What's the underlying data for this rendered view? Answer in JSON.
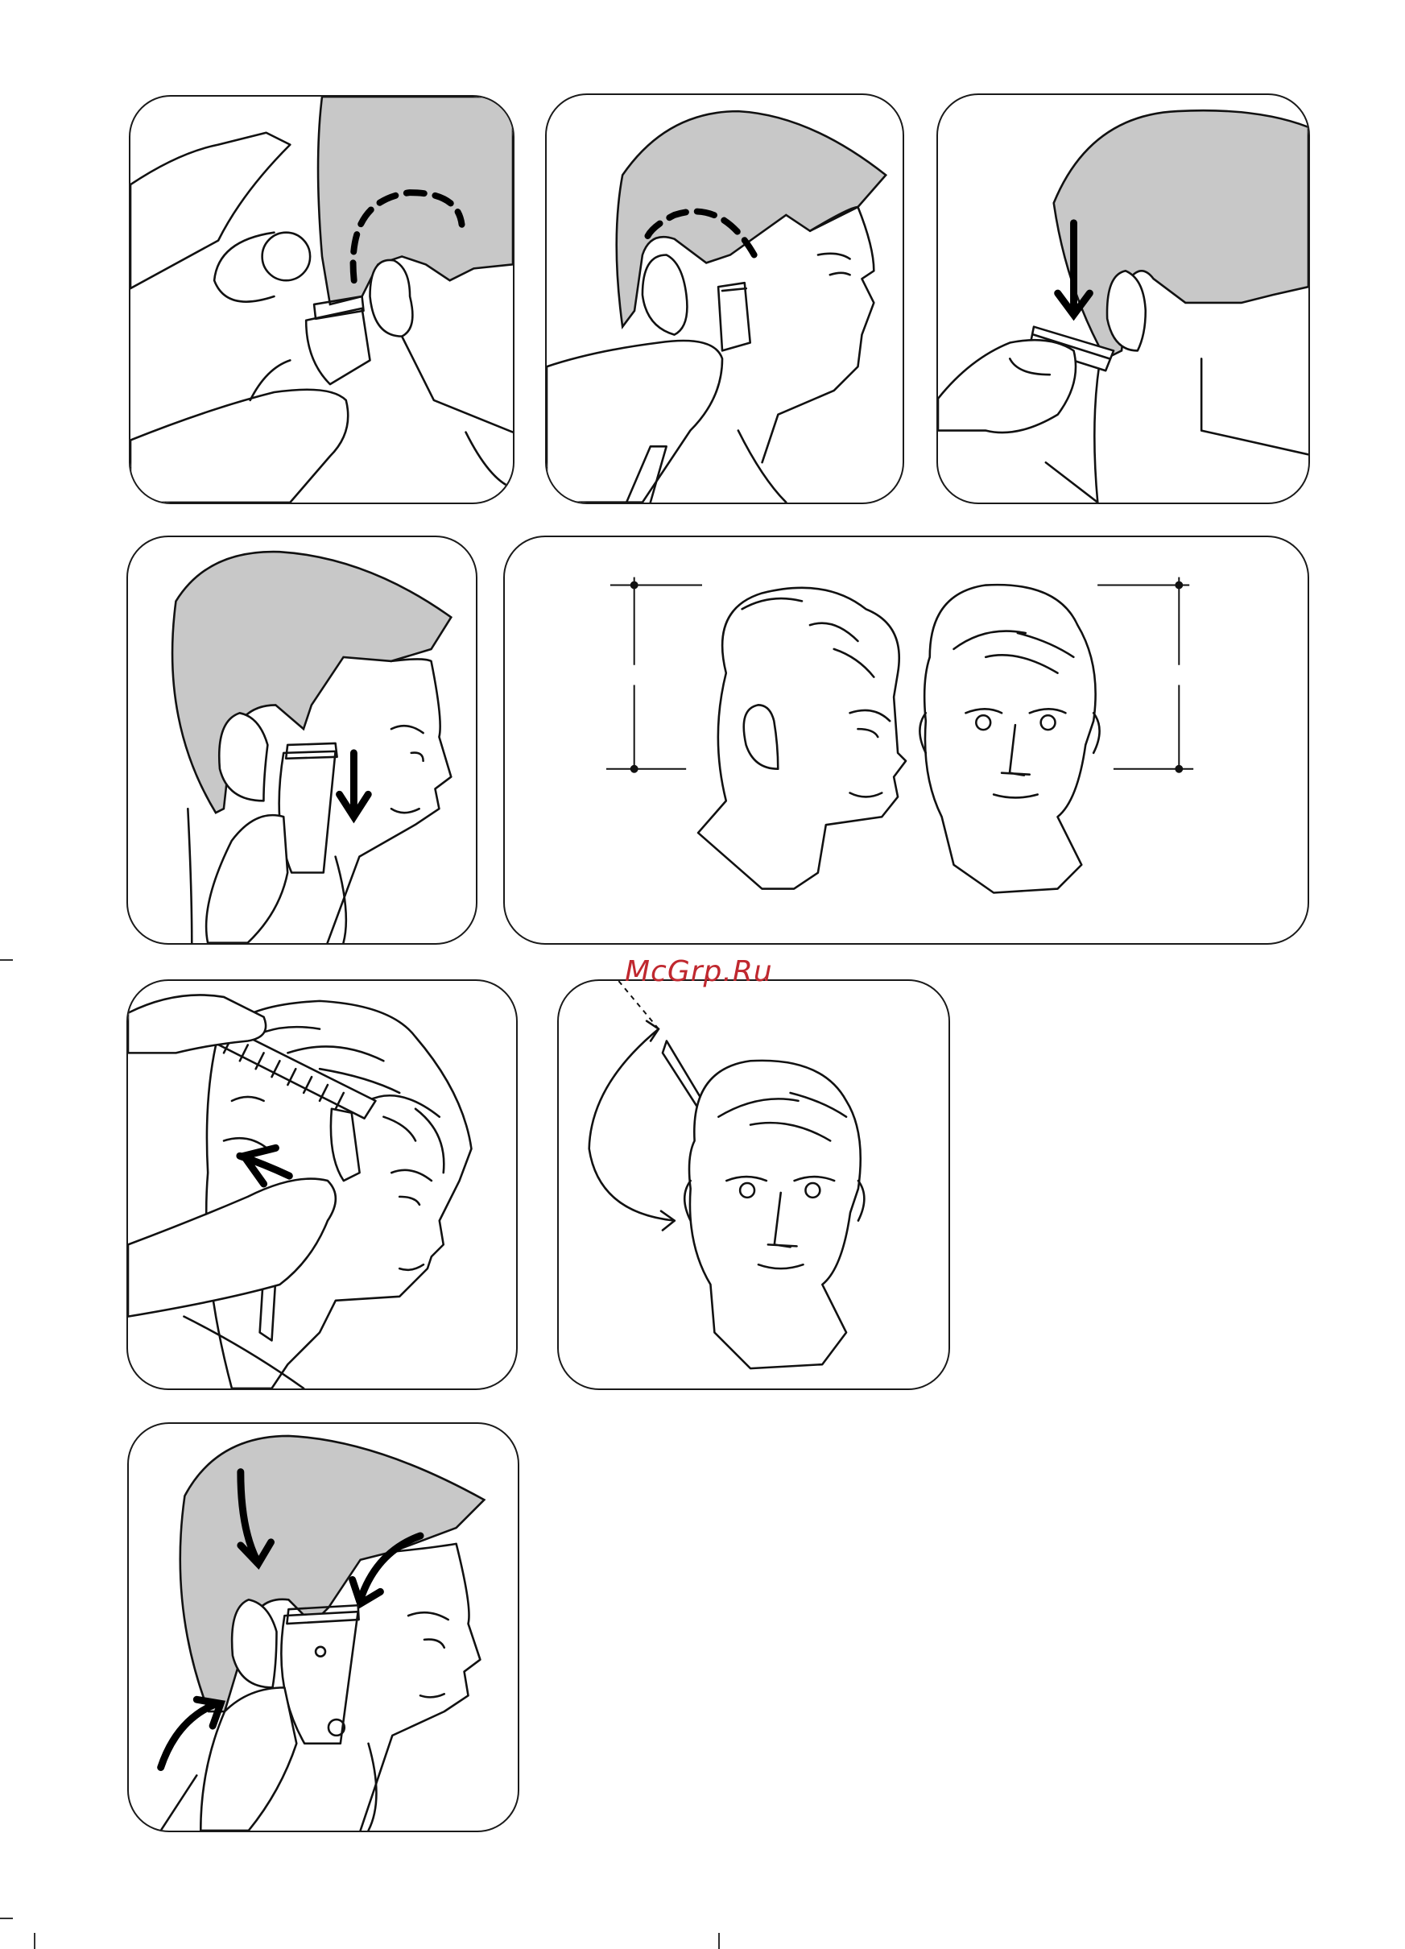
{
  "watermark": {
    "text": "McGrp.Ru",
    "color": "#c0282f"
  },
  "colors": {
    "hair_fill": "#c8c8c8",
    "line": "#111111",
    "background": "#ffffff"
  },
  "panels": [
    {
      "id": "panel-1",
      "icon": "hair-clipper-comb-adjust-icon"
    },
    {
      "id": "panel-2",
      "icon": "clipper-upward-stroke-icon"
    },
    {
      "id": "panel-3",
      "icon": "clipper-neckline-icon"
    },
    {
      "id": "panel-4",
      "icon": "clipper-sideburn-icon"
    },
    {
      "id": "panel-5",
      "icon": "head-profile-front-icon"
    },
    {
      "id": "panel-6",
      "icon": "comb-and-clipper-icon"
    },
    {
      "id": "panel-7",
      "icon": "head-front-rotate-icon"
    },
    {
      "id": "panel-8",
      "icon": "clipper-around-ear-icon"
    }
  ]
}
